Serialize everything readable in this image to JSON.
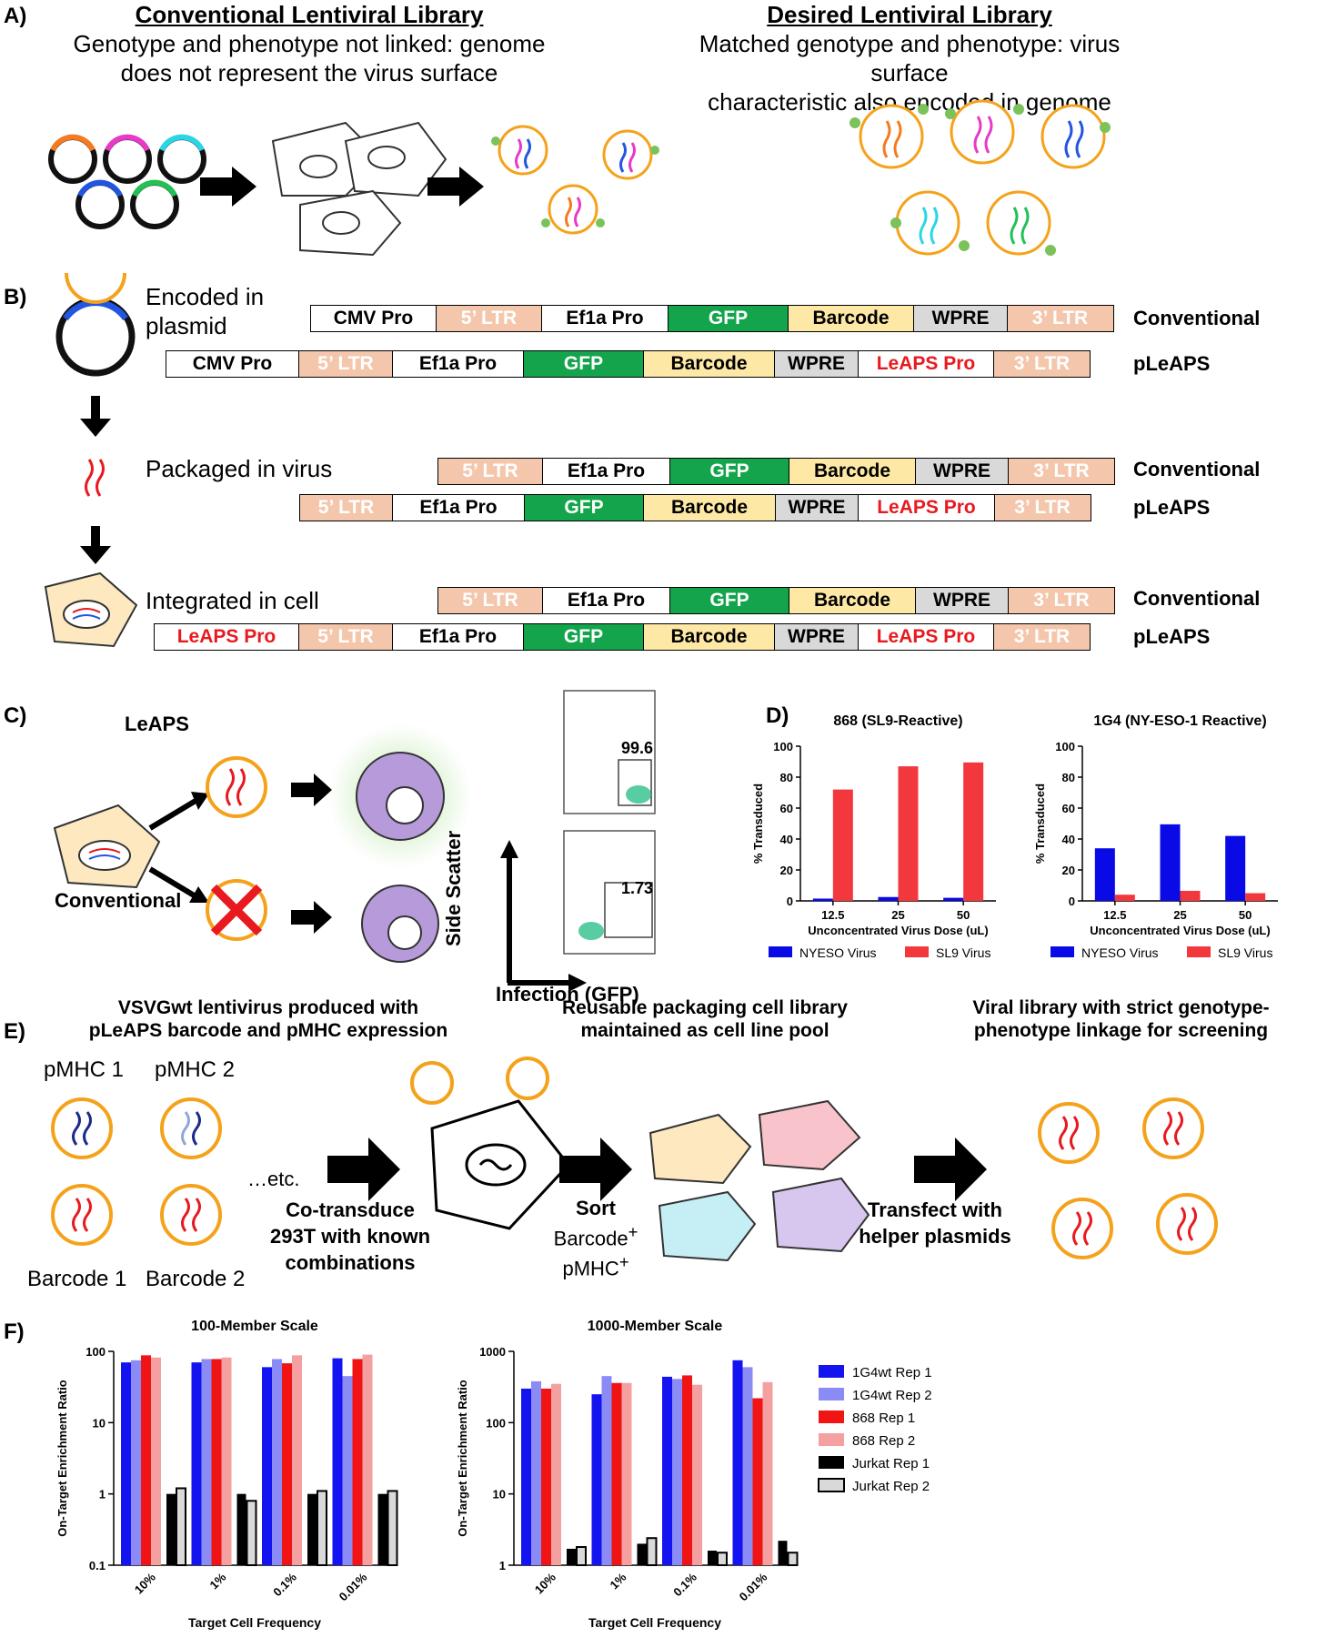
{
  "panels": {
    "a": "A)",
    "b": "B)",
    "c": "C)",
    "d": "D)",
    "e": "E)",
    "f": "F)"
  },
  "panel_a": {
    "left_title": "Conventional Lentiviral Library",
    "left_sub1": "Genotype and phenotype not linked: genome",
    "left_sub2": "does not represent the virus surface",
    "right_title": "Desired Lentiviral Library",
    "right_sub1": "Matched genotype and phenotype: virus surface",
    "right_sub2": "characteristic also encoded in genome"
  },
  "panel_b": {
    "stage1_a": "Encoded in",
    "stage1_b": "plasmid",
    "stage2": "Packaged in virus",
    "stage3": "Integrated in cell",
    "conventional": "Conventional",
    "pleaps": "pLeAPS",
    "seg": {
      "cmv": "CMV Pro",
      "ltr5": "5’ LTR",
      "ef1a": "Ef1a Pro",
      "gfp": "GFP",
      "barcode": "Barcode",
      "wpre": "WPRE",
      "ltr3": "3’ LTR",
      "leaps": "LeAPS Pro"
    }
  },
  "panel_c": {
    "leaps": "LeAPS",
    "conventional": "Conventional",
    "gate1": "99.6",
    "gate2": "1.73",
    "yaxis": "Side Scatter",
    "xaxis": "Infection (GFP)"
  },
  "panel_e": {
    "cap1_a": "VSVGwt lentivirus produced with",
    "cap1_b": "pLeAPS barcode and pMHC expression",
    "cap2_a": "Reusable packaging cell library",
    "cap2_b": "maintained as cell line pool",
    "cap3_a": "Viral library with strict genotype-",
    "cap3_b": "phenotype linkage for screening",
    "pmhc1": "pMHC 1",
    "pmhc2": "pMHC 2",
    "etc": "…etc.",
    "barcode1": "Barcode 1",
    "barcode2": "Barcode 2",
    "cotrans_a": "Co-transduce",
    "cotrans_b": "293T with known",
    "cotrans_c": "combinations",
    "sort": "Sort",
    "sort_b": "Barcode",
    "sort_c": "pMHC",
    "sort_sup": "+",
    "transfect_a": "Transfect with",
    "transfect_b": "helper plasmids"
  },
  "colors": {
    "nyeso": "#0a0ae6",
    "sl9": "#f2383c",
    "g1": "#1414f0",
    "g2": "#8b8bf5",
    "r1": "#f01414",
    "r2": "#f5a0a0",
    "k1": "#000000",
    "k2": "#d9d9d9"
  },
  "chart_data": [
    {
      "type": "bar",
      "title": "868 (SL9-Reactive)",
      "xlabel": "Unconcentrated Virus Dose (uL)",
      "ylabel": "%  Transduced",
      "categories": [
        "12.5",
        "25",
        "50"
      ],
      "ylim": [
        0,
        100
      ],
      "yticks": [
        "0",
        "20",
        "40",
        "60",
        "80",
        "100"
      ],
      "series": [
        {
          "name": "NYESO Virus",
          "values": [
            1.5,
            2.5,
            2
          ]
        },
        {
          "name": "SL9 Virus",
          "values": [
            72,
            87,
            89.5
          ]
        }
      ],
      "legend": "bottom"
    },
    {
      "type": "bar",
      "title": "1G4 (NY-ESO-1 Reactive)",
      "xlabel": "Unconcentrated Virus Dose (uL)",
      "ylabel": "%  Transduced",
      "categories": [
        "12.5",
        "25",
        "50"
      ],
      "ylim": [
        0,
        100
      ],
      "yticks": [
        "0",
        "20",
        "40",
        "60",
        "80",
        "100"
      ],
      "series": [
        {
          "name": "NYESO Virus",
          "values": [
            34,
            49.5,
            42
          ]
        },
        {
          "name": "SL9 Virus",
          "values": [
            4,
            6.5,
            5
          ]
        }
      ],
      "legend": "bottom"
    },
    {
      "type": "bar",
      "title": "100-Member Scale",
      "xlabel": "Target Cell  Frequency",
      "ylabel": "On-Target Enrichment Ratio",
      "scale": "log",
      "ylim": [
        0.1,
        100
      ],
      "yticks": [
        "0.1",
        "1",
        "10",
        "100"
      ],
      "categories": [
        "10%",
        "1%",
        "0.1%",
        "0.01%"
      ],
      "series": [
        {
          "name": "1G4wt Rep 1",
          "values": [
            70,
            70,
            60,
            80
          ]
        },
        {
          "name": "1G4wt Rep 2",
          "values": [
            75,
            78,
            78,
            45
          ]
        },
        {
          "name": "868 Rep 1",
          "values": [
            88,
            78,
            68,
            78
          ]
        },
        {
          "name": "868 Rep 2",
          "values": [
            82,
            82,
            88,
            90
          ]
        },
        {
          "name": "Jurkat Rep 1",
          "values": [
            1.0,
            1.0,
            1.0,
            1.0
          ]
        },
        {
          "name": "Jurkat Rep 2",
          "values": [
            1.2,
            0.8,
            1.1,
            1.1
          ]
        }
      ]
    },
    {
      "type": "bar",
      "title": "1000-Member Scale",
      "xlabel": "Target Cell  Frequency",
      "ylabel": "On-Target Enrichment Ratio",
      "scale": "log",
      "ylim": [
        1,
        1000
      ],
      "yticks": [
        "1",
        "10",
        "100",
        "1000"
      ],
      "categories": [
        "10%",
        "1%",
        "0.1%",
        "0.01%"
      ],
      "series": [
        {
          "name": "1G4wt Rep 1",
          "values": [
            300,
            250,
            440,
            750
          ]
        },
        {
          "name": "1G4wt Rep 2",
          "values": [
            380,
            450,
            410,
            600
          ]
        },
        {
          "name": "868 Rep 1",
          "values": [
            300,
            360,
            460,
            220
          ]
        },
        {
          "name": "868 Rep 2",
          "values": [
            350,
            360,
            340,
            370
          ]
        },
        {
          "name": "Jurkat Rep 1",
          "values": [
            1.7,
            2.0,
            1.6,
            2.2
          ]
        },
        {
          "name": "Jurkat Rep 2",
          "values": [
            1.8,
            2.4,
            1.5,
            1.5
          ]
        }
      ],
      "legend": "right"
    }
  ]
}
